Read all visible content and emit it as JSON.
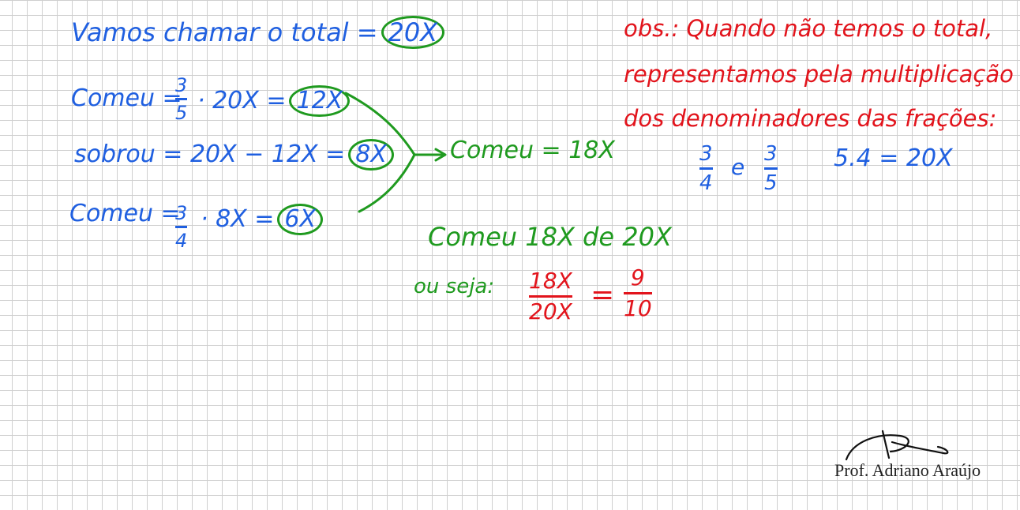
{
  "left": {
    "line1": {
      "text": "Vamos chamar o total =",
      "circled": "20X"
    },
    "line2": {
      "label": "Comeu =",
      "num": "3",
      "den": "5",
      "tail": "· 20X =",
      "circled": "12X"
    },
    "line3": {
      "text": "sobrou = 20X − 12X =",
      "circled": "8X"
    },
    "line4": {
      "label": "Comeu =",
      "num": "3",
      "den": "4",
      "tail": "· 8X =",
      "circled": "6X"
    }
  },
  "middle": {
    "arrow_label": "Comeu = 18X",
    "line1": "Comeu 18X de 20X",
    "line2_label": "ou seja:",
    "frac1": {
      "num": "18X",
      "den": "20X"
    },
    "equals": "=",
    "frac2": {
      "num": "9",
      "den": "10"
    }
  },
  "obs": {
    "line1": "obs.: Quando não temos o total,",
    "line2": "representamos pela multiplicação",
    "line3": "dos denominadores das frações:",
    "frac_a": {
      "num": "3",
      "den": "4"
    },
    "connector": "e",
    "frac_b": {
      "num": "3",
      "den": "5"
    },
    "product": "5.4 = 20X"
  },
  "signature": {
    "text": "Prof. Adriano Araújo"
  },
  "colors": {
    "blue": "#1f5fe0",
    "green": "#1f9a1f",
    "red": "#e2141c"
  }
}
